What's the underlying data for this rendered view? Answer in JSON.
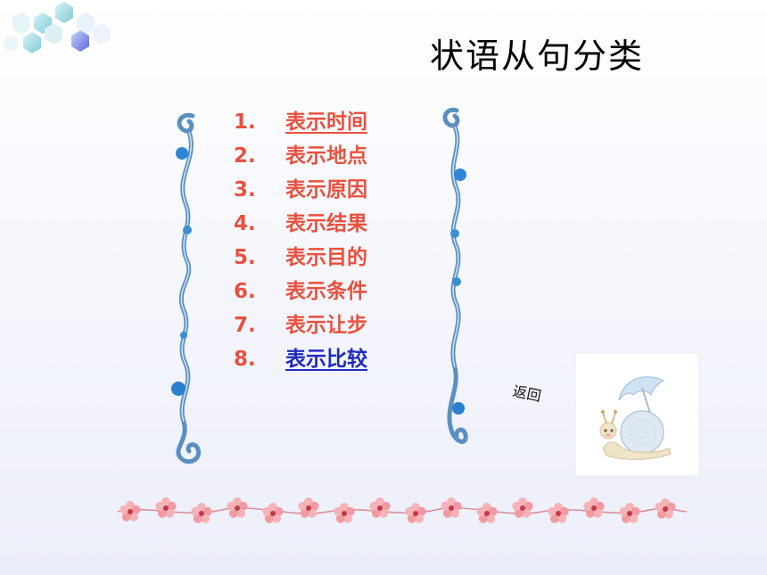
{
  "slide": {
    "title": "状语从句分类",
    "back_label": "返回"
  },
  "menu": {
    "items": [
      {
        "num": "1.",
        "label": "表示时间",
        "style": "visited-link"
      },
      {
        "num": "2.",
        "label": "表示地点",
        "style": "plain"
      },
      {
        "num": "3.",
        "label": "表示原因",
        "style": "plain"
      },
      {
        "num": "4.",
        "label": "表示结果",
        "style": "plain"
      },
      {
        "num": "5.",
        "label": "表示目的",
        "style": "plain"
      },
      {
        "num": "6.",
        "label": "表示条件",
        "style": "plain"
      },
      {
        "num": "7.",
        "label": "表示让步",
        "style": "plain"
      },
      {
        "num": "8.",
        "label": "表示比较",
        "style": "link"
      }
    ]
  },
  "icons": {
    "corner": "hexagon-cluster-icon",
    "vines": "decorative-spiral-vine-icon",
    "snail": "snail-with-umbrella-icon",
    "flowers": "flower-border-icon"
  },
  "colors": {
    "item_text": "#e8513f",
    "link_text": "#1f2bbd",
    "vine_blue": "#3b8fd0",
    "flower_pink": "#f4a3a8"
  }
}
